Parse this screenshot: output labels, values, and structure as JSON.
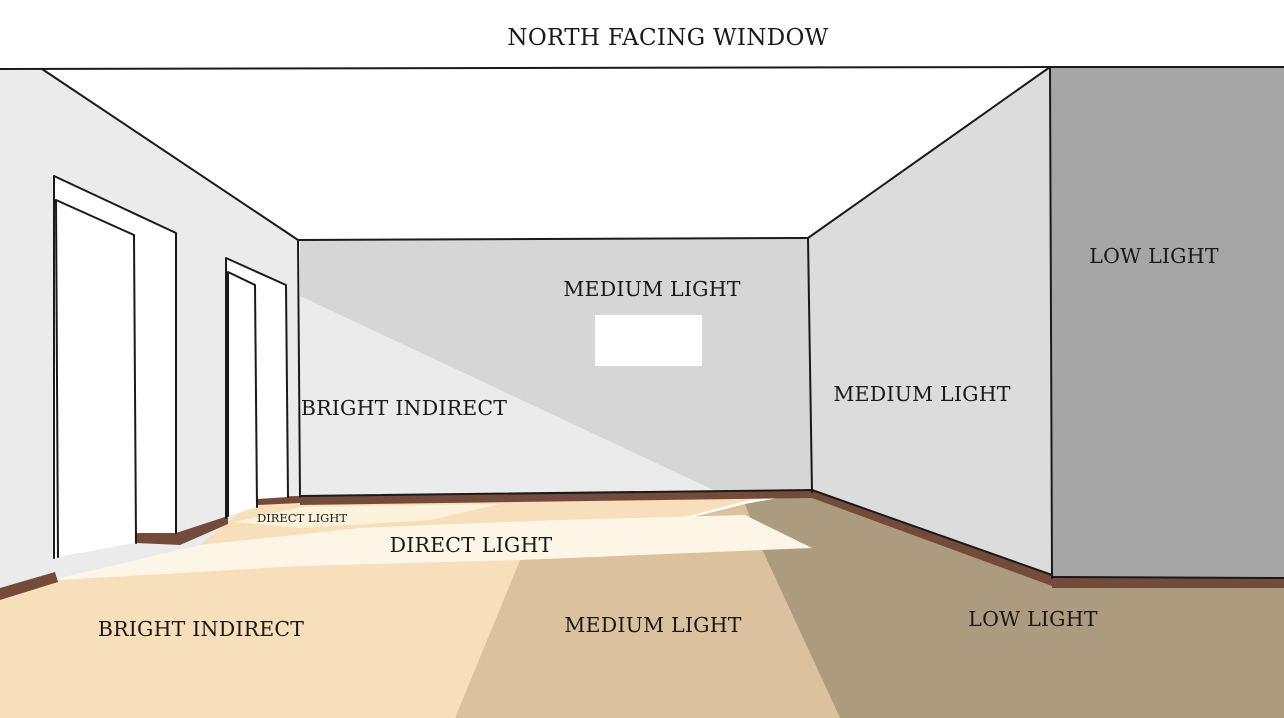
{
  "title": "NORTH FACING WINDOW",
  "labels": {
    "back_wall": "MEDIUM LIGHT",
    "back_wall_bright": "BRIGHT INDIRECT",
    "right_wall": "MEDIUM LIGHT",
    "far_right_wall": "LOW LIGHT",
    "floor_small_direct": "DIRECT LIGHT",
    "floor_direct": "DIRECT LIGHT",
    "floor_bright": "BRIGHT INDIRECT",
    "floor_medium": "MEDIUM LIGHT",
    "floor_low": "LOW LIGHT"
  },
  "colors": {
    "ceiling": "#ffffff",
    "left_wall": "#ebebeb",
    "back_wall_medium": "#d6d6d6",
    "back_wall_bright": "#ebebeb",
    "right_wall": "#dcdcdc",
    "far_right_wall": "#a6a6a6",
    "floor_bright": "#f7dfbb",
    "floor_direct": "#fdf6e6",
    "floor_medium": "#dcc19f",
    "floor_low": "#ad9b80",
    "baseboard": "#744b3b",
    "outline": "#1a1a1a"
  }
}
